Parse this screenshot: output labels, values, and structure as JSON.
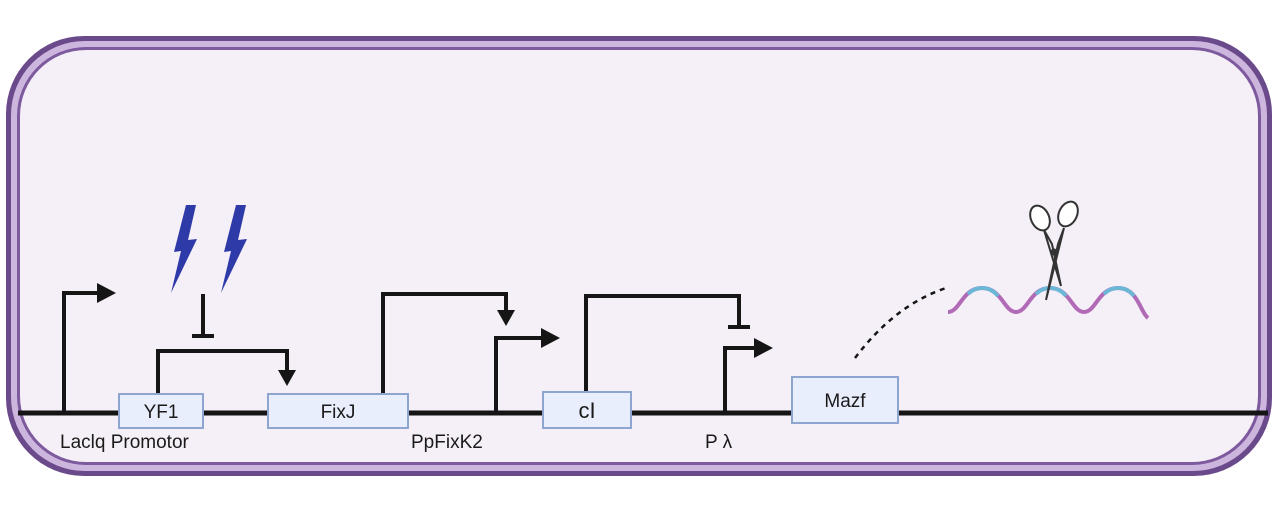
{
  "colors": {
    "cell_outer": "#6b4a8c",
    "cell_mid": "#cdb6de",
    "cell_fill": "#f5eff7",
    "line": "#151515",
    "gene_fill": "#e8eefb",
    "gene_stroke": "#8ea6cf",
    "lightning": "#2e3aa8",
    "rna_blue": "#6cb6d6",
    "rna_purple": "#b06ab6"
  },
  "genes": {
    "yf1": "YF1",
    "fixj": "FixJ",
    "ci": "cI",
    "mazf": "Mazf"
  },
  "labels": {
    "laclq": "Laclq Promotor",
    "ppfixk2": "PpFixK2",
    "plambda": "P λ"
  },
  "icons": {
    "light": "lightning-icon",
    "scissors": "scissors-icon",
    "rna": "mrna-icon"
  }
}
